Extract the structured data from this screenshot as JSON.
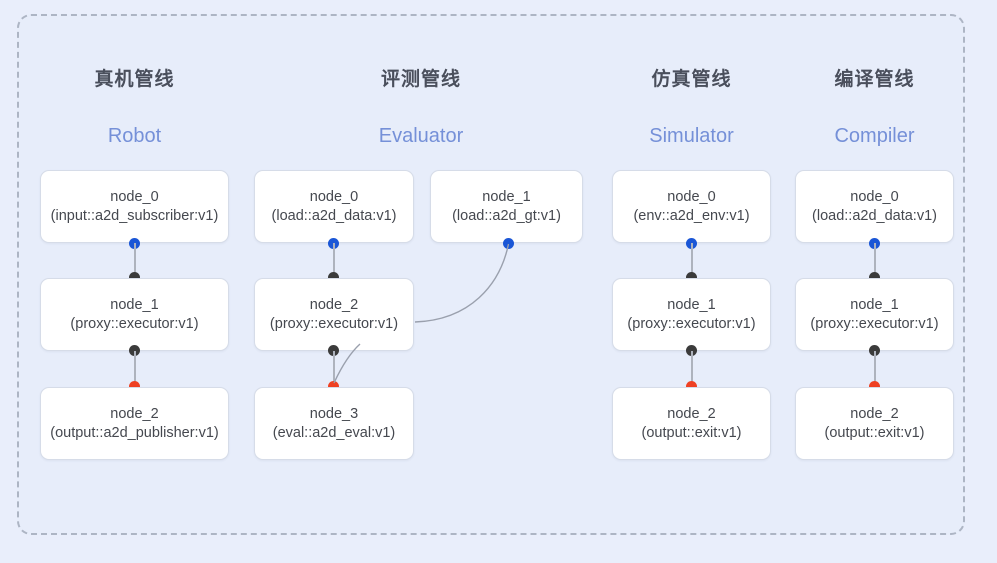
{
  "diagram": {
    "background_color": "#e7edfa",
    "frame_border_color": "#adb5c4",
    "port_colors": {
      "input": "#1a56d6",
      "internal": "#3b3b3b",
      "output": "#ef4123"
    }
  },
  "columns": [
    {
      "title_cn": "真机管线",
      "title_en": "Robot",
      "nodes": [
        {
          "name": "node_0",
          "type": "(input::a2d_subscriber:v1)"
        },
        {
          "name": "node_1",
          "type": "(proxy::executor:v1)"
        },
        {
          "name": "node_2",
          "type": "(output::a2d_publisher:v1)"
        }
      ]
    },
    {
      "title_cn": "评测管线",
      "title_en": "Evaluator",
      "nodes": [
        {
          "name": "node_0",
          "type": "(load::a2d_data:v1)"
        },
        {
          "name": "node_1",
          "type": "(load::a2d_gt:v1)"
        },
        {
          "name": "node_2",
          "type": "(proxy::executor:v1)"
        },
        {
          "name": "node_3",
          "type": "(eval::a2d_eval:v1)"
        }
      ]
    },
    {
      "title_cn": "仿真管线",
      "title_en": "Simulator",
      "nodes": [
        {
          "name": "node_0",
          "type": "(env::a2d_env:v1)"
        },
        {
          "name": "node_1",
          "type": "(proxy::executor:v1)"
        },
        {
          "name": "node_2",
          "type": "(output::exit:v1)"
        }
      ]
    },
    {
      "title_cn": "编译管线",
      "title_en": "Compiler",
      "nodes": [
        {
          "name": "node_0",
          "type": "(load::a2d_data:v1)"
        },
        {
          "name": "node_1",
          "type": "(proxy::executor:v1)"
        },
        {
          "name": "node_2",
          "type": "(output::exit:v1)"
        }
      ]
    }
  ]
}
